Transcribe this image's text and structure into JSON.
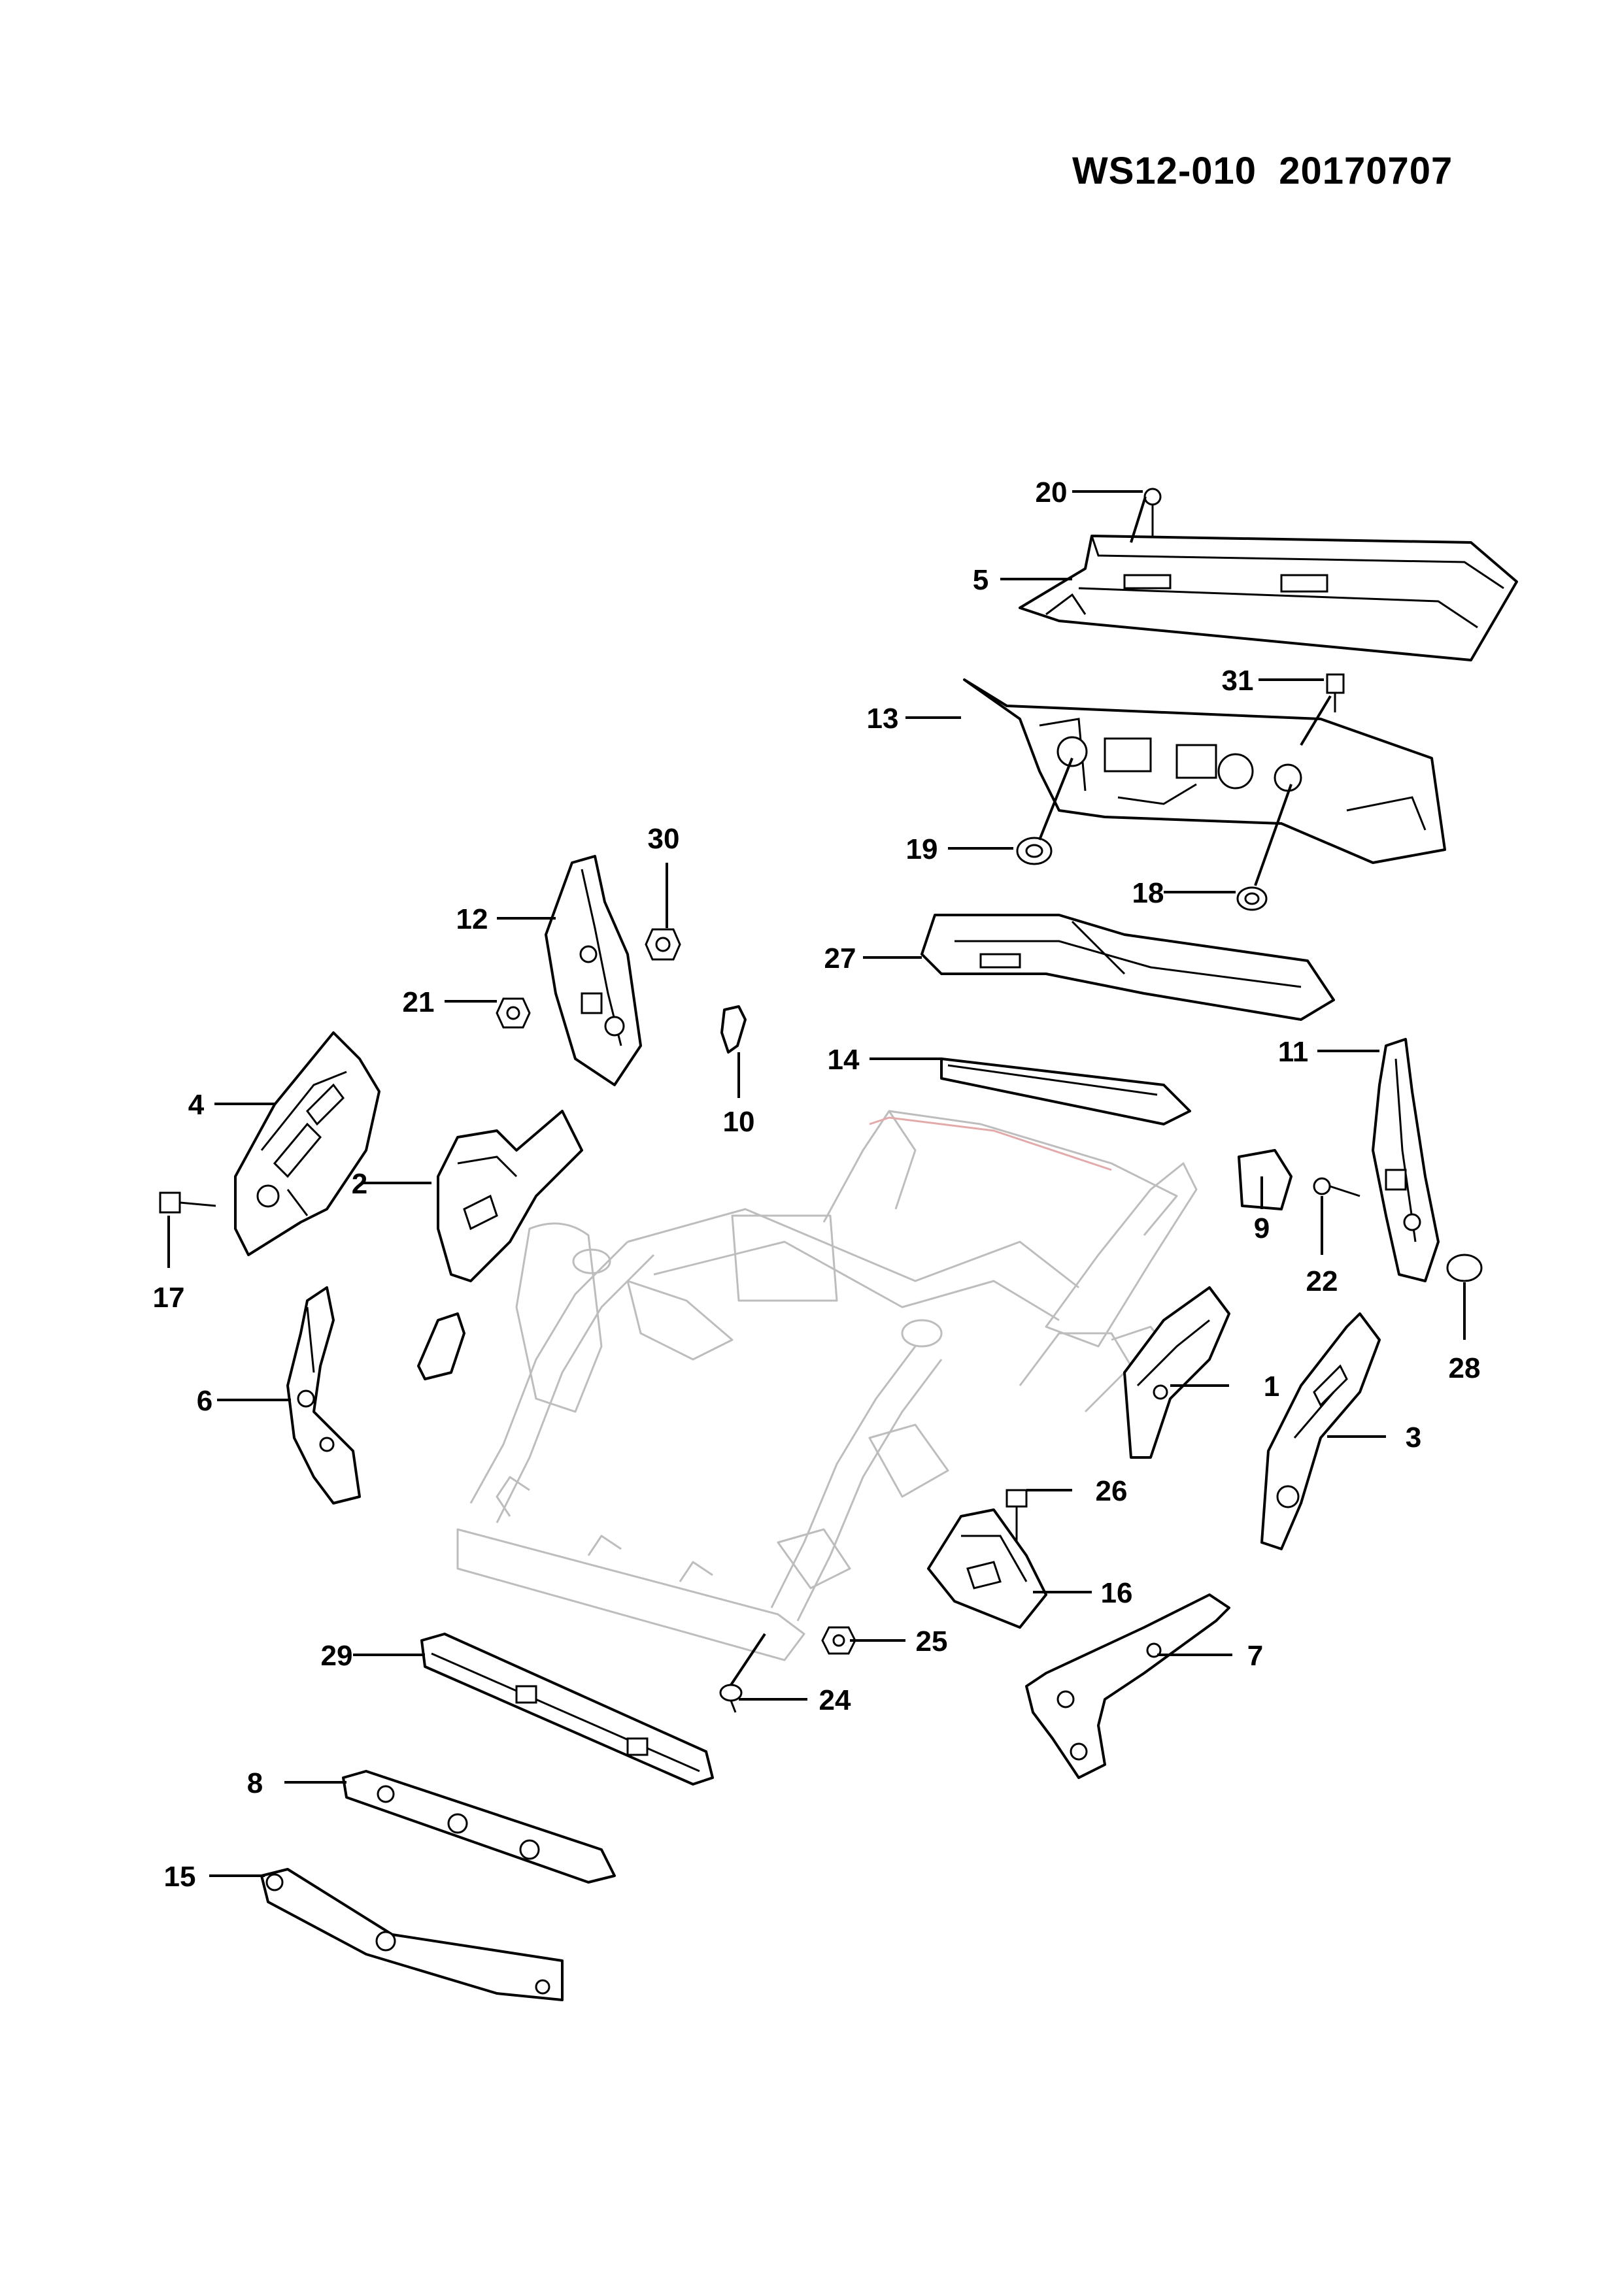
{
  "document_code": "WS12-010  20170707",
  "callouts": [
    "1",
    "2",
    "3",
    "4",
    "5",
    "6",
    "7",
    "8",
    "9",
    "10",
    "11",
    "12",
    "13",
    "14",
    "15",
    "16",
    "17",
    "18",
    "19",
    "20",
    "21",
    "22",
    "24",
    "25",
    "26",
    "27",
    "28",
    "29",
    "30",
    "31"
  ],
  "colors": {
    "line": "#000000",
    "ghost": "#b8b8b8",
    "ghost_red": "#e0a8a8",
    "background": "#ffffff"
  }
}
